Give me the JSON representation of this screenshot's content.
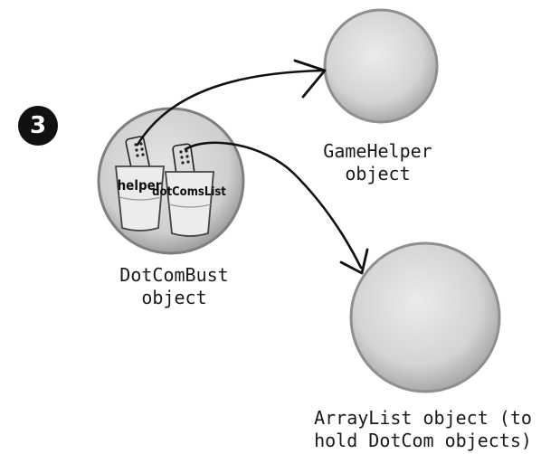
{
  "step": {
    "number": "3"
  },
  "objects": {
    "dotcombust": {
      "label_line1": "DotComBust",
      "label_line2": "object"
    },
    "gamehelper": {
      "label_line1": "GameHelper",
      "label_line2": "object"
    },
    "arraylist": {
      "label_line1": "ArrayList object (to",
      "label_line2": "hold DotCom objects)"
    }
  },
  "variables": {
    "helper": "helper",
    "dotcoms_list": "dotComsList"
  },
  "colors": {
    "sphere_fill": "#d6d6d6",
    "sphere_edge": "#8a8a8a",
    "cup_fill": "#eeeeee",
    "arrow": "#111111"
  }
}
